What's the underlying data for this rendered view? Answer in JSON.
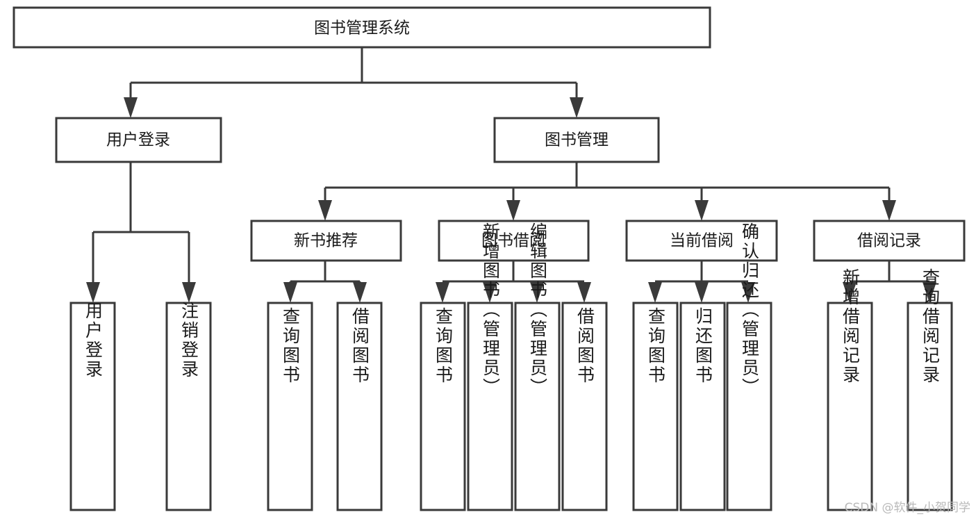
{
  "diagram": {
    "type": "tree-hierarchy",
    "title": "图书管理系统",
    "root": {
      "id": "root",
      "label": "图书管理系统",
      "orientation": "horizontal"
    },
    "level2": [
      {
        "id": "user-login",
        "label": "用户登录",
        "orientation": "horizontal"
      },
      {
        "id": "book-manage",
        "label": "图书管理",
        "orientation": "horizontal"
      }
    ],
    "level3": [
      {
        "id": "new-book-recommend",
        "label": "新书推荐",
        "parent": "book-manage",
        "orientation": "horizontal"
      },
      {
        "id": "book-borrow",
        "label": "图书借阅",
        "parent": "book-manage",
        "orientation": "horizontal"
      },
      {
        "id": "current-borrow",
        "label": "当前借阅",
        "parent": "book-manage",
        "orientation": "horizontal"
      },
      {
        "id": "borrow-record",
        "label": "借阅记录",
        "parent": "book-manage",
        "orientation": "horizontal"
      }
    ],
    "leaves": [
      {
        "id": "leaf-user-login",
        "label": "用户登录",
        "parent": "user-login",
        "orientation": "vertical"
      },
      {
        "id": "leaf-logout-login",
        "label": "注销登录",
        "parent": "user-login",
        "orientation": "vertical"
      },
      {
        "id": "leaf-query-book-1",
        "label": "查询图书",
        "parent": "new-book-recommend",
        "orientation": "vertical"
      },
      {
        "id": "leaf-borrow-book-1",
        "label": "借阅图书",
        "parent": "new-book-recommend",
        "orientation": "vertical"
      },
      {
        "id": "leaf-query-book-2",
        "label": "查询图书",
        "parent": "book-borrow",
        "orientation": "vertical"
      },
      {
        "id": "leaf-add-book",
        "label": "新增图书（管理员）",
        "parent": "book-borrow",
        "orientation": "vertical"
      },
      {
        "id": "leaf-edit-book",
        "label": "编辑图书（管理员）",
        "parent": "book-borrow",
        "orientation": "vertical"
      },
      {
        "id": "leaf-borrow-book-2",
        "label": "借阅图书",
        "parent": "book-borrow",
        "orientation": "vertical"
      },
      {
        "id": "leaf-query-book-3",
        "label": "查询图书",
        "parent": "current-borrow",
        "orientation": "vertical"
      },
      {
        "id": "leaf-return-book",
        "label": "归还图书",
        "parent": "current-borrow",
        "orientation": "vertical"
      },
      {
        "id": "leaf-confirm-return",
        "label": "确认归还（管理员）",
        "parent": "current-borrow",
        "orientation": "vertical"
      },
      {
        "id": "leaf-add-record",
        "label": "新增借阅记录",
        "parent": "borrow-record",
        "orientation": "vertical"
      },
      {
        "id": "leaf-query-record",
        "label": "查询借阅记录",
        "parent": "borrow-record",
        "orientation": "vertical"
      }
    ],
    "colors": {
      "stroke": "#3a3a3a",
      "fill": "#ffffff",
      "text": "#1a1a1a",
      "watermark": "#b9b9b9",
      "background": "#ffffff"
    }
  },
  "watermark": {
    "text": "CSDN @软件_小贺同学"
  }
}
